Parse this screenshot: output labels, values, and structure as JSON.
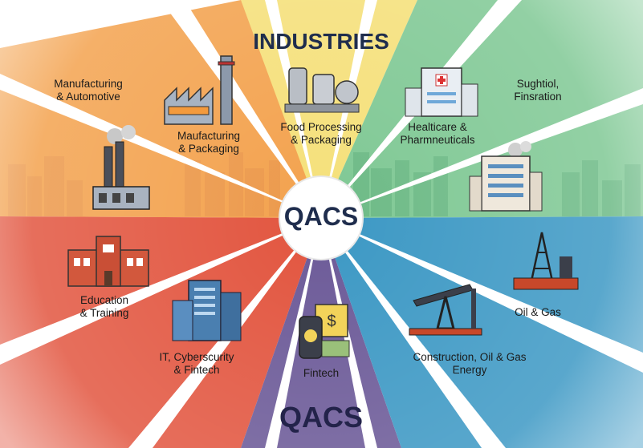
{
  "header": {
    "title": "INDUSTRIES"
  },
  "center": {
    "label": "QACS"
  },
  "footer": {
    "label": "QACS"
  },
  "industries": [
    {
      "id": "manufacturing-automotive",
      "line1": "Manufacturing",
      "line2": "& Automotive",
      "color": "#f0a14a"
    },
    {
      "id": "manufacturing-packaging",
      "line1": "Maufacturing",
      "line2": "& Packaging",
      "color": "#f39a3c"
    },
    {
      "id": "food-processing",
      "line1": "Food Processing",
      "line2": "& Packaging",
      "color": "#f3e27a"
    },
    {
      "id": "healthcare",
      "line1": "Healticare &",
      "line2": "Pharmneuticals",
      "color": "#7cc493"
    },
    {
      "id": "surgical-filtration",
      "line1": "Sughtiol,",
      "line2": "Finsration",
      "color": "#8fd3a6"
    },
    {
      "id": "education",
      "line1": "Education",
      "line2": "& Training",
      "color": "#e2543d"
    },
    {
      "id": "it-cybersecurity",
      "line1": "IT, Cyberscurity",
      "line2": "& Fintech",
      "color": "#ea6a4e"
    },
    {
      "id": "fintech",
      "line1": "Fintech",
      "line2": "",
      "color": "#6e5a9a"
    },
    {
      "id": "construction-energy",
      "line1": "Construction, Oil & Gas",
      "line2": "Energy",
      "color": "#2f8fb8"
    },
    {
      "id": "oil-gas",
      "line1": "Oil & Gas",
      "line2": "",
      "color": "#3a9fc8"
    }
  ]
}
